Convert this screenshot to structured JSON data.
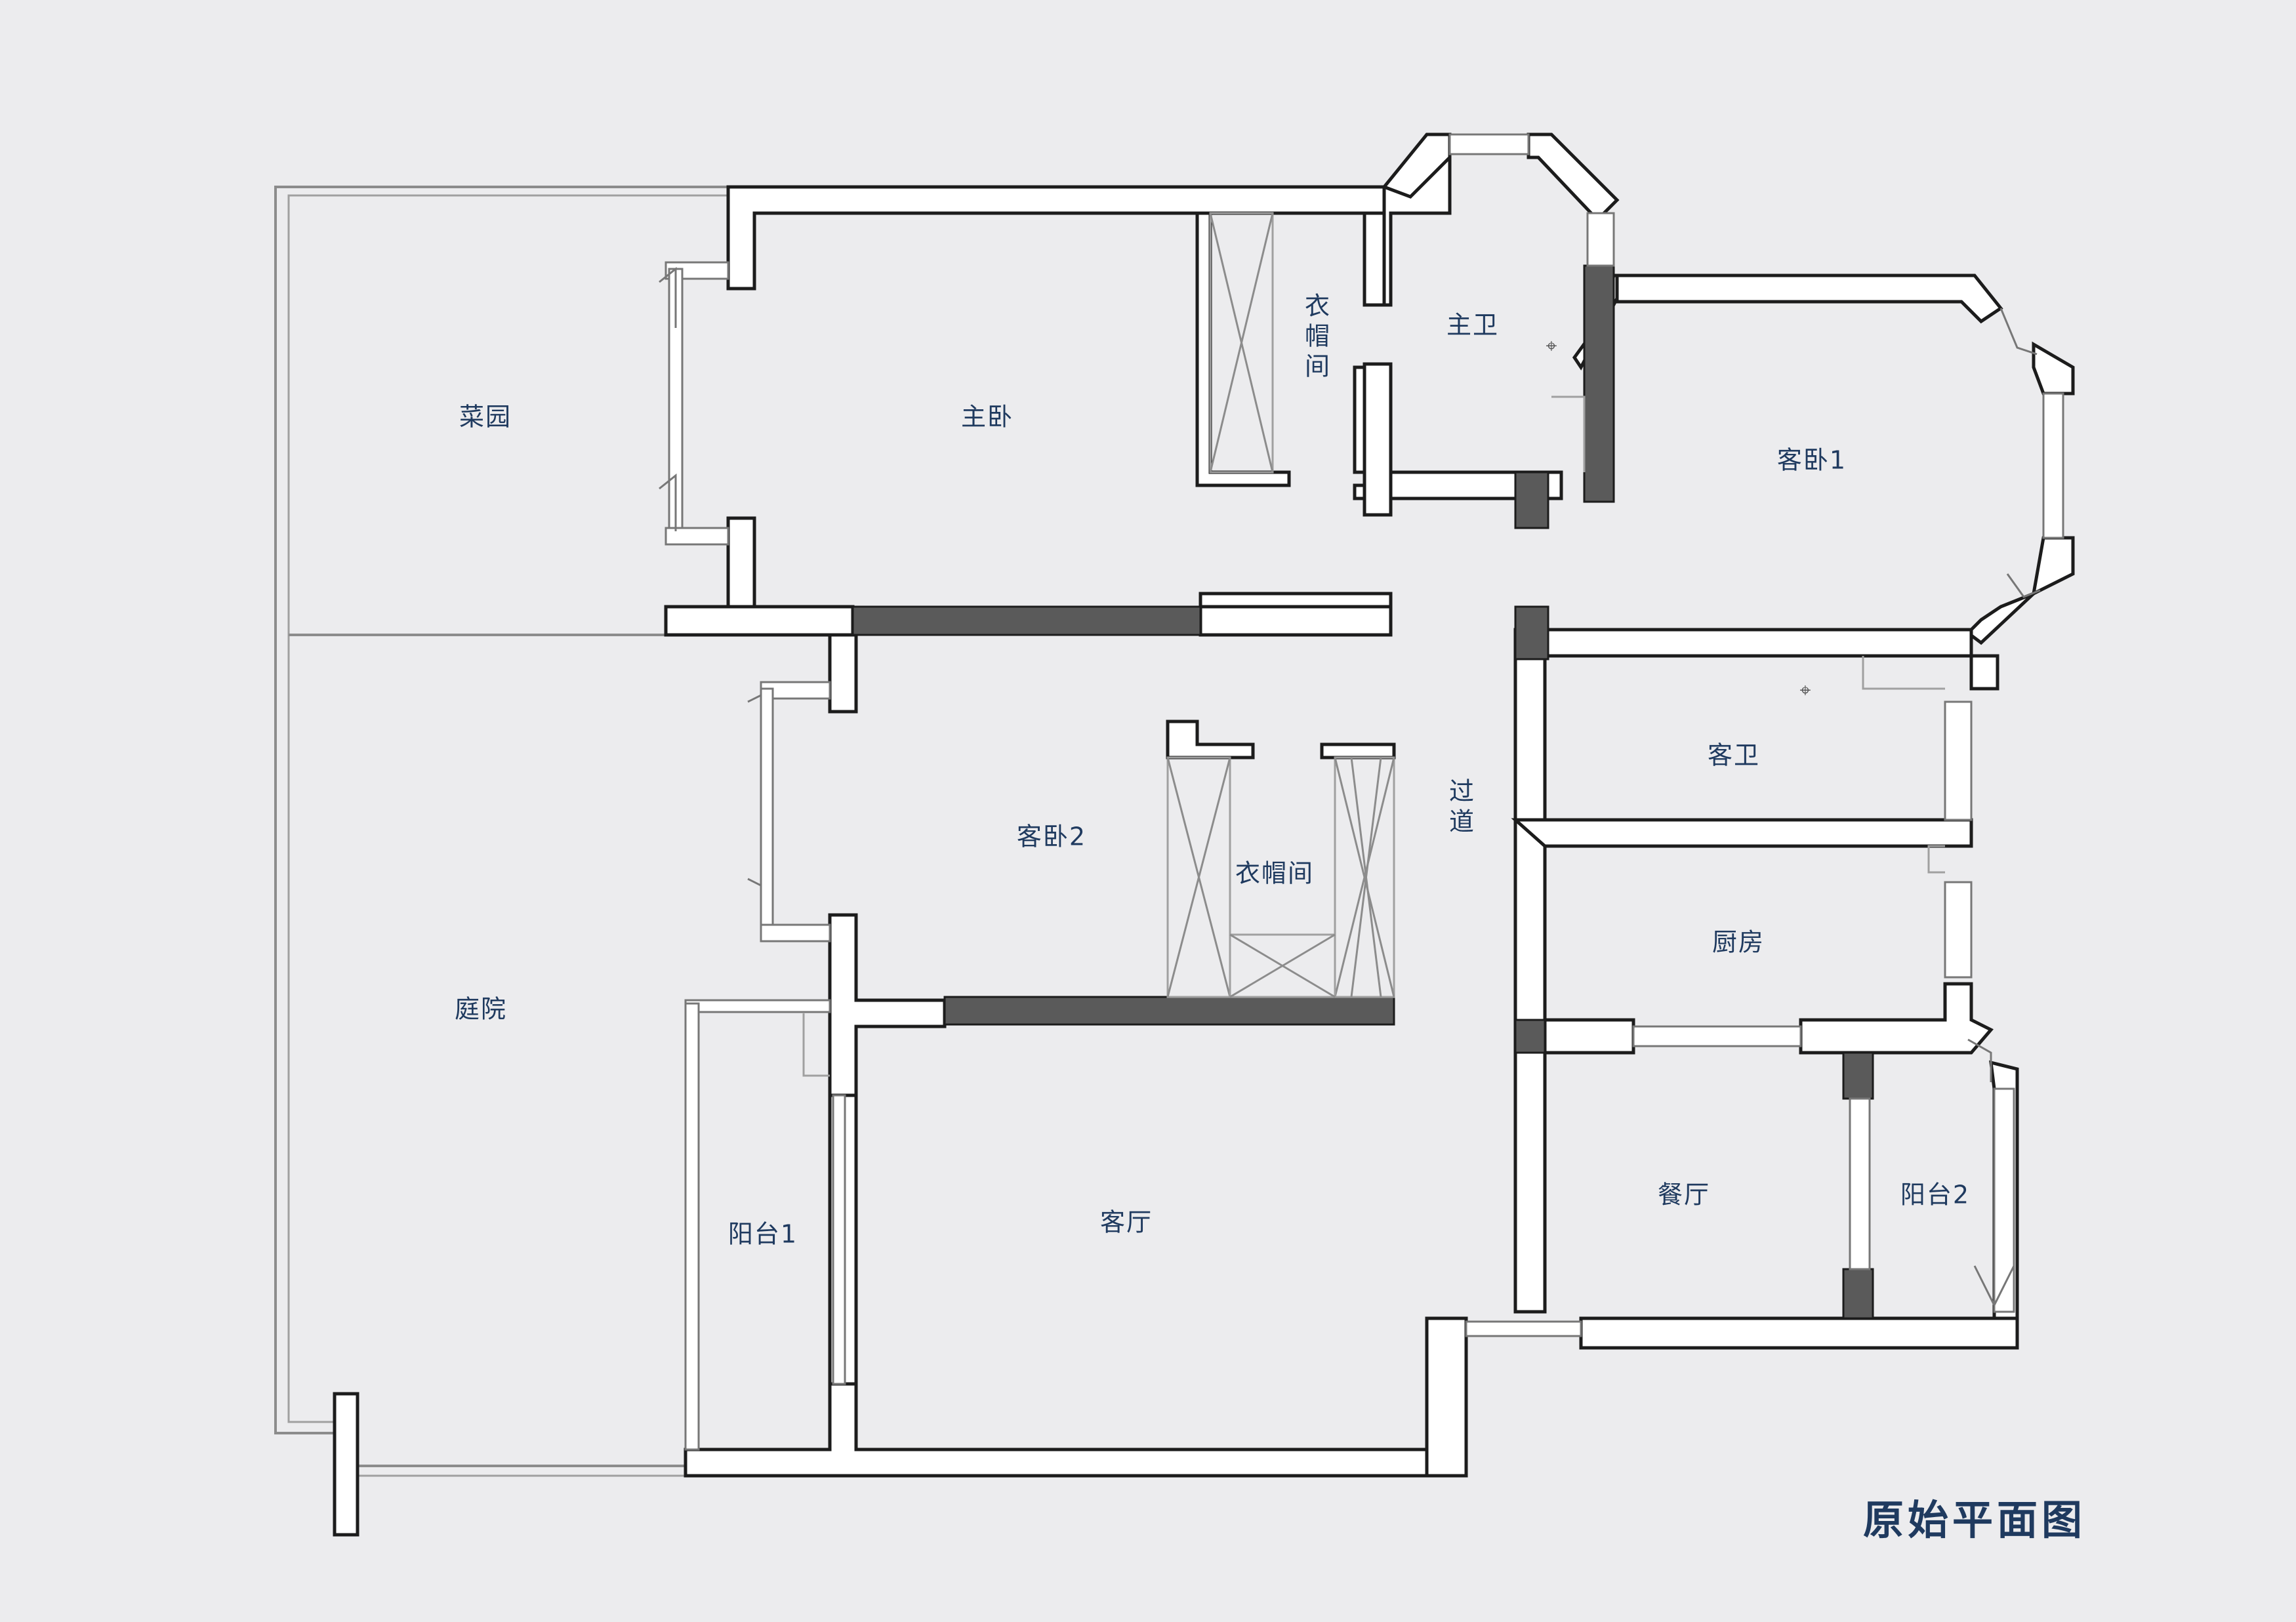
{
  "plan": {
    "title": "原始平面图",
    "rooms": {
      "caiyuan": "菜园",
      "zhuwo": "主卧",
      "yimaojian_master": "衣帽间",
      "zhuwei": "主卫",
      "kewo1": "客卧1",
      "tingyuan": "庭院",
      "kewo2": "客卧2",
      "yimaojian_guest": "衣帽间",
      "guodao": "过道",
      "kewei": "客卫",
      "chufang": "厨房",
      "yangtai1": "阳台1",
      "keting": "客厅",
      "canting": "餐厅",
      "yangtai2": "阳台2"
    },
    "colors": {
      "label": "#1f3a5f",
      "background": "#ececee",
      "wall_fill": "#ffffff",
      "bearing_wall": "#5a5a5a"
    }
  }
}
